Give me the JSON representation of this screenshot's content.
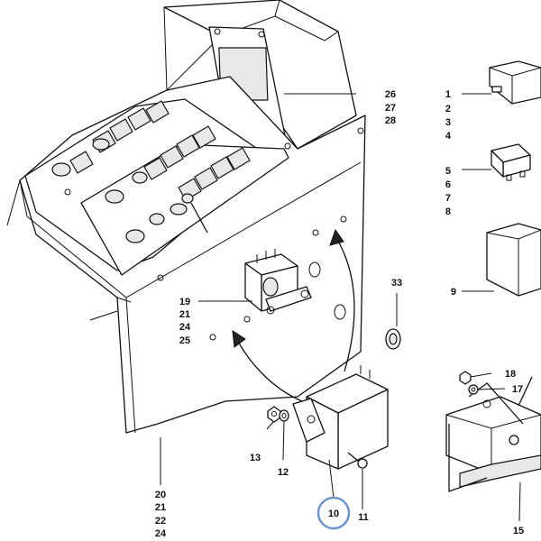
{
  "colors": {
    "ink": "#111111",
    "highlight": "#6f95c8",
    "paper": "#ffffff"
  },
  "labels": {
    "l1": "1",
    "l2": "2",
    "l3": "3",
    "l4": "4",
    "l5": "5",
    "l6": "6",
    "l7": "7",
    "l8": "8",
    "l9": "9",
    "l10": "10",
    "l11": "11",
    "l12": "12",
    "l13": "13",
    "l15": "15",
    "l17": "17",
    "l18": "18",
    "l19": "19",
    "l21a": "21",
    "l24a": "24",
    "l25": "25",
    "l20": "20",
    "l21b": "21",
    "l22": "22",
    "l24b": "24",
    "l26": "26",
    "l27": "27",
    "l28": "28",
    "l33": "33"
  }
}
